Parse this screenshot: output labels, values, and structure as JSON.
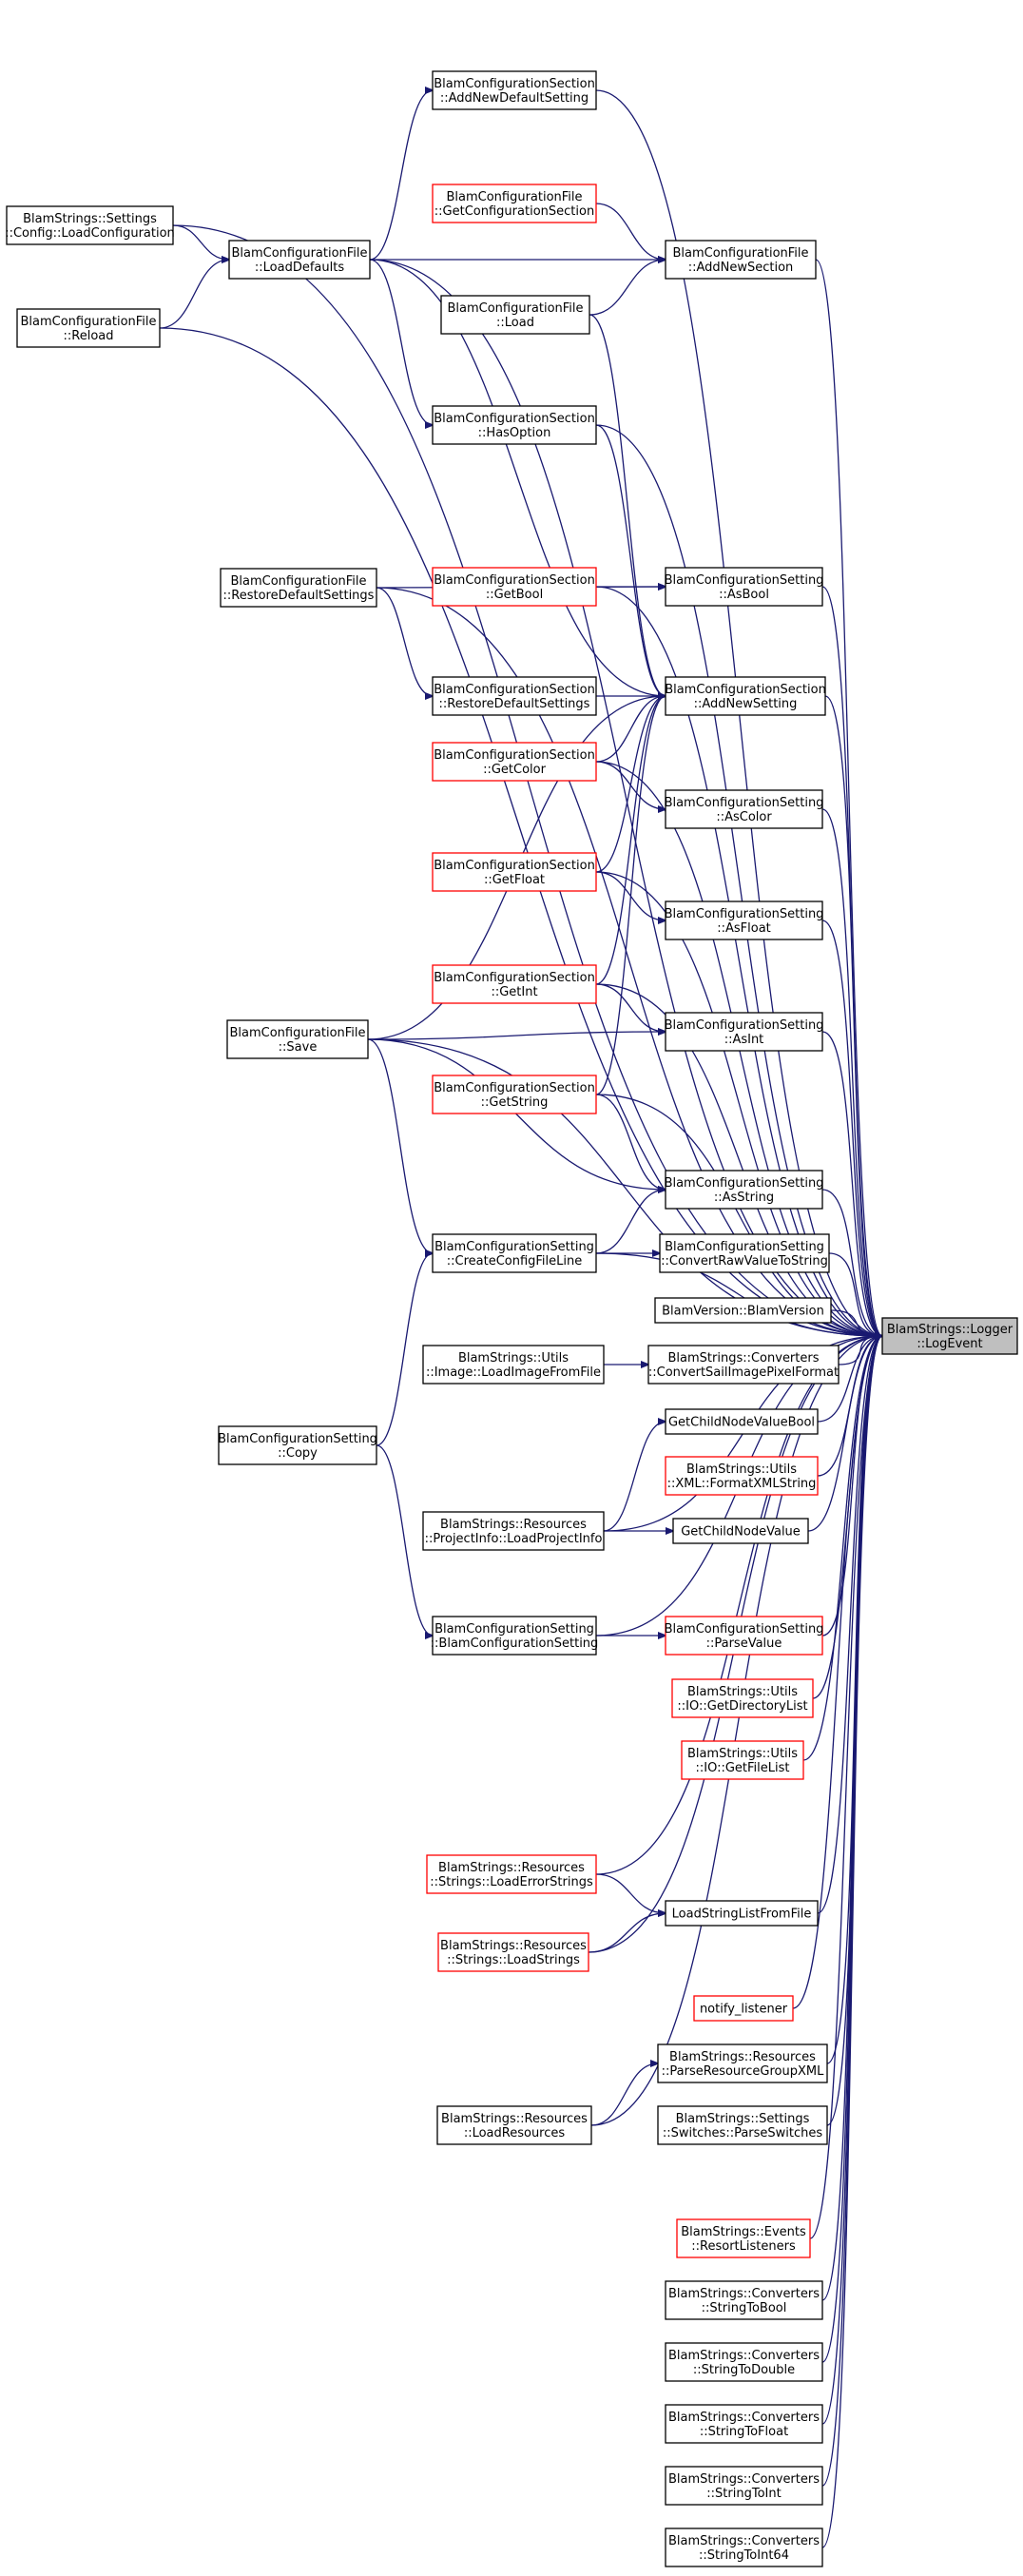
{
  "graph": {
    "colors": {
      "edge": "#191970",
      "node_border": "#000000",
      "node_border_red": "#ff0000",
      "focus_fill": "#bfbfbf"
    },
    "nodes": [
      {
        "id": "logger",
        "lines": [
          "BlamStrings::Logger",
          "::LogEvent"
        ],
        "style": "focus"
      },
      {
        "id": "addnewdefault",
        "lines": [
          "BlamConfigurationSection",
          "::AddNewDefaultSetting"
        ],
        "style": "normal"
      },
      {
        "id": "settingsload",
        "lines": [
          "BlamStrings::Settings",
          "::Config::LoadConfiguration"
        ],
        "style": "normal"
      },
      {
        "id": "loaddefaults",
        "lines": [
          "BlamConfigurationFile",
          "::LoadDefaults"
        ],
        "style": "normal"
      },
      {
        "id": "getconfigsection",
        "lines": [
          "BlamConfigurationFile",
          "::GetConfigurationSection"
        ],
        "style": "red"
      },
      {
        "id": "addnewsection",
        "lines": [
          "BlamConfigurationFile",
          "::AddNewSection"
        ],
        "style": "normal"
      },
      {
        "id": "reload",
        "lines": [
          "BlamConfigurationFile",
          "::Reload"
        ],
        "style": "normal"
      },
      {
        "id": "fileload",
        "lines": [
          "BlamConfigurationFile",
          "::Load"
        ],
        "style": "normal"
      },
      {
        "id": "hasoption",
        "lines": [
          "BlamConfigurationSection",
          "::HasOption"
        ],
        "style": "normal"
      },
      {
        "id": "restoredefaults",
        "lines": [
          "BlamConfigurationFile",
          "::RestoreDefaultSettings"
        ],
        "style": "normal"
      },
      {
        "id": "getbool",
        "lines": [
          "BlamConfigurationSection",
          "::GetBool"
        ],
        "style": "red"
      },
      {
        "id": "asbool",
        "lines": [
          "BlamConfigurationSetting",
          "::AsBool"
        ],
        "style": "normal"
      },
      {
        "id": "sectionrestore",
        "lines": [
          "BlamConfigurationSection",
          "::RestoreDefaultSettings"
        ],
        "style": "normal"
      },
      {
        "id": "addnewsetting",
        "lines": [
          "BlamConfigurationSection",
          "::AddNewSetting"
        ],
        "style": "normal"
      },
      {
        "id": "getcolor",
        "lines": [
          "BlamConfigurationSection",
          "::GetColor"
        ],
        "style": "red"
      },
      {
        "id": "ascolor",
        "lines": [
          "BlamConfigurationSetting",
          "::AsColor"
        ],
        "style": "normal"
      },
      {
        "id": "getfloat",
        "lines": [
          "BlamConfigurationSection",
          "::GetFloat"
        ],
        "style": "red"
      },
      {
        "id": "asfloat",
        "lines": [
          "BlamConfigurationSetting",
          "::AsFloat"
        ],
        "style": "normal"
      },
      {
        "id": "getint",
        "lines": [
          "BlamConfigurationSection",
          "::GetInt"
        ],
        "style": "red"
      },
      {
        "id": "asint",
        "lines": [
          "BlamConfigurationSetting",
          "::AsInt"
        ],
        "style": "normal"
      },
      {
        "id": "save",
        "lines": [
          "BlamConfigurationFile",
          "::Save"
        ],
        "style": "normal"
      },
      {
        "id": "getstring",
        "lines": [
          "BlamConfigurationSection",
          "::GetString"
        ],
        "style": "red"
      },
      {
        "id": "asstring",
        "lines": [
          "BlamConfigurationSetting",
          "::AsString"
        ],
        "style": "normal"
      },
      {
        "id": "createconfigline",
        "lines": [
          "BlamConfigurationSetting",
          "::CreateConfigFileLine"
        ],
        "style": "normal"
      },
      {
        "id": "convertraw",
        "lines": [
          "BlamConfigurationSetting",
          "::ConvertRawValueToString"
        ],
        "style": "normal"
      },
      {
        "id": "blamversion",
        "lines": [
          "BlamVersion::BlamVersion"
        ],
        "style": "normal"
      },
      {
        "id": "loadimage",
        "lines": [
          "BlamStrings::Utils",
          "::Image::LoadImageFromFile"
        ],
        "style": "normal"
      },
      {
        "id": "convertsail",
        "lines": [
          "BlamStrings::Converters",
          "::ConvertSailImagePixelFormat"
        ],
        "style": "normal"
      },
      {
        "id": "getchildbool",
        "lines": [
          "GetChildNodeValueBool"
        ],
        "style": "normal"
      },
      {
        "id": "copy",
        "lines": [
          "BlamConfigurationSetting",
          "::Copy"
        ],
        "style": "normal"
      },
      {
        "id": "formatxml",
        "lines": [
          "BlamStrings::Utils",
          "::XML::FormatXMLString"
        ],
        "style": "red"
      },
      {
        "id": "loadprojectinfo",
        "lines": [
          "BlamStrings::Resources",
          "::ProjectInfo::LoadProjectInfo"
        ],
        "style": "normal"
      },
      {
        "id": "getchildvalue",
        "lines": [
          "GetChildNodeValue"
        ],
        "style": "normal"
      },
      {
        "id": "settingctor",
        "lines": [
          "BlamConfigurationSetting",
          "::BlamConfigurationSetting"
        ],
        "style": "normal"
      },
      {
        "id": "parsevalue",
        "lines": [
          "BlamConfigurationSetting",
          "::ParseValue"
        ],
        "style": "red"
      },
      {
        "id": "getdirlist",
        "lines": [
          "BlamStrings::Utils",
          "::IO::GetDirectoryList"
        ],
        "style": "red"
      },
      {
        "id": "getfilelist",
        "lines": [
          "BlamStrings::Utils",
          "::IO::GetFileList"
        ],
        "style": "red"
      },
      {
        "id": "loaderrorstrings",
        "lines": [
          "BlamStrings::Resources",
          "::Strings::LoadErrorStrings"
        ],
        "style": "red"
      },
      {
        "id": "loadstringlist",
        "lines": [
          "LoadStringListFromFile"
        ],
        "style": "normal"
      },
      {
        "id": "loadstrings",
        "lines": [
          "BlamStrings::Resources",
          "::Strings::LoadStrings"
        ],
        "style": "red"
      },
      {
        "id": "notify",
        "lines": [
          "notify_listener"
        ],
        "style": "red"
      },
      {
        "id": "parseresgroup",
        "lines": [
          "BlamStrings::Resources",
          "::ParseResourceGroupXML"
        ],
        "style": "normal"
      },
      {
        "id": "loadresources",
        "lines": [
          "BlamStrings::Resources",
          "::LoadResources"
        ],
        "style": "normal"
      },
      {
        "id": "parseswitches",
        "lines": [
          "BlamStrings::Settings",
          "::Switches::ParseSwitches"
        ],
        "style": "normal"
      },
      {
        "id": "resortlisteners",
        "lines": [
          "BlamStrings::Events",
          "::ResortListeners"
        ],
        "style": "red"
      },
      {
        "id": "stringtobool",
        "lines": [
          "BlamStrings::Converters",
          "::StringToBool"
        ],
        "style": "normal"
      },
      {
        "id": "stringtodouble",
        "lines": [
          "BlamStrings::Converters",
          "::StringToDouble"
        ],
        "style": "normal"
      },
      {
        "id": "stringtofloat",
        "lines": [
          "BlamStrings::Converters",
          "::StringToFloat"
        ],
        "style": "normal"
      },
      {
        "id": "stringtoint",
        "lines": [
          "BlamStrings::Converters",
          "::StringToInt"
        ],
        "style": "normal"
      },
      {
        "id": "stringtoint64",
        "lines": [
          "BlamStrings::Converters",
          "::StringToInt64"
        ],
        "style": "normal"
      }
    ],
    "edges": [
      [
        "addnewdefault",
        "logger"
      ],
      [
        "settingsload",
        "logger"
      ],
      [
        "loaddefaults",
        "logger"
      ],
      [
        "addnewsection",
        "logger"
      ],
      [
        "reload",
        "logger"
      ],
      [
        "hasoption",
        "logger"
      ],
      [
        "restoredefaults",
        "logger"
      ],
      [
        "getbool",
        "logger"
      ],
      [
        "asbool",
        "logger"
      ],
      [
        "addnewsetting",
        "logger"
      ],
      [
        "getcolor",
        "logger"
      ],
      [
        "ascolor",
        "logger"
      ],
      [
        "getfloat",
        "logger"
      ],
      [
        "asfloat",
        "logger"
      ],
      [
        "getint",
        "logger"
      ],
      [
        "asint",
        "logger"
      ],
      [
        "save",
        "logger"
      ],
      [
        "getstring",
        "logger"
      ],
      [
        "asstring",
        "logger"
      ],
      [
        "createconfigline",
        "logger"
      ],
      [
        "convertraw",
        "logger"
      ],
      [
        "blamversion",
        "logger"
      ],
      [
        "convertsail",
        "logger"
      ],
      [
        "getchildbool",
        "logger"
      ],
      [
        "formatxml",
        "logger"
      ],
      [
        "loadprojectinfo",
        "logger"
      ],
      [
        "getchildvalue",
        "logger"
      ],
      [
        "settingctor",
        "logger"
      ],
      [
        "parsevalue",
        "logger"
      ],
      [
        "getdirlist",
        "logger"
      ],
      [
        "getfilelist",
        "logger"
      ],
      [
        "loaderrorstrings",
        "logger"
      ],
      [
        "loadstringlist",
        "logger"
      ],
      [
        "loadstrings",
        "logger"
      ],
      [
        "notify",
        "logger"
      ],
      [
        "parseresgroup",
        "logger"
      ],
      [
        "loadresources",
        "logger"
      ],
      [
        "parseswitches",
        "logger"
      ],
      [
        "resortlisteners",
        "logger"
      ],
      [
        "stringtobool",
        "logger"
      ],
      [
        "stringtodouble",
        "logger"
      ],
      [
        "stringtofloat",
        "logger"
      ],
      [
        "stringtoint",
        "logger"
      ],
      [
        "stringtoint64",
        "logger"
      ],
      [
        "settingsload",
        "loaddefaults"
      ],
      [
        "reload",
        "loaddefaults"
      ],
      [
        "loaddefaults",
        "addnewdefault"
      ],
      [
        "loaddefaults",
        "addnewsection"
      ],
      [
        "loaddefaults",
        "hasoption"
      ],
      [
        "loaddefaults",
        "addnewsetting"
      ],
      [
        "getconfigsection",
        "addnewsection"
      ],
      [
        "fileload",
        "addnewsection"
      ],
      [
        "fileload",
        "addnewsetting"
      ],
      [
        "hasoption",
        "addnewsetting"
      ],
      [
        "restoredefaults",
        "sectionrestore"
      ],
      [
        "restoredefaults",
        "asbool"
      ],
      [
        "getbool",
        "asbool"
      ],
      [
        "sectionrestore",
        "addnewsetting"
      ],
      [
        "getcolor",
        "ascolor"
      ],
      [
        "getcolor",
        "addnewsetting"
      ],
      [
        "getfloat",
        "asfloat"
      ],
      [
        "getfloat",
        "addnewsetting"
      ],
      [
        "getint",
        "asint"
      ],
      [
        "getint",
        "addnewsetting"
      ],
      [
        "getstring",
        "asstring"
      ],
      [
        "getstring",
        "addnewsetting"
      ],
      [
        "save",
        "addnewsetting"
      ],
      [
        "save",
        "asint"
      ],
      [
        "save",
        "asstring"
      ],
      [
        "save",
        "createconfigline"
      ],
      [
        "createconfigline",
        "asstring"
      ],
      [
        "createconfigline",
        "convertraw"
      ],
      [
        "loadimage",
        "convertsail"
      ],
      [
        "copy",
        "createconfigline"
      ],
      [
        "copy",
        "settingctor"
      ],
      [
        "loadprojectinfo",
        "getchildbool"
      ],
      [
        "loadprojectinfo",
        "getchildvalue"
      ],
      [
        "settingctor",
        "parsevalue"
      ],
      [
        "loaderrorstrings",
        "loadstringlist"
      ],
      [
        "loadstrings",
        "loadstringlist"
      ],
      [
        "loadresources",
        "parseresgroup"
      ]
    ]
  }
}
